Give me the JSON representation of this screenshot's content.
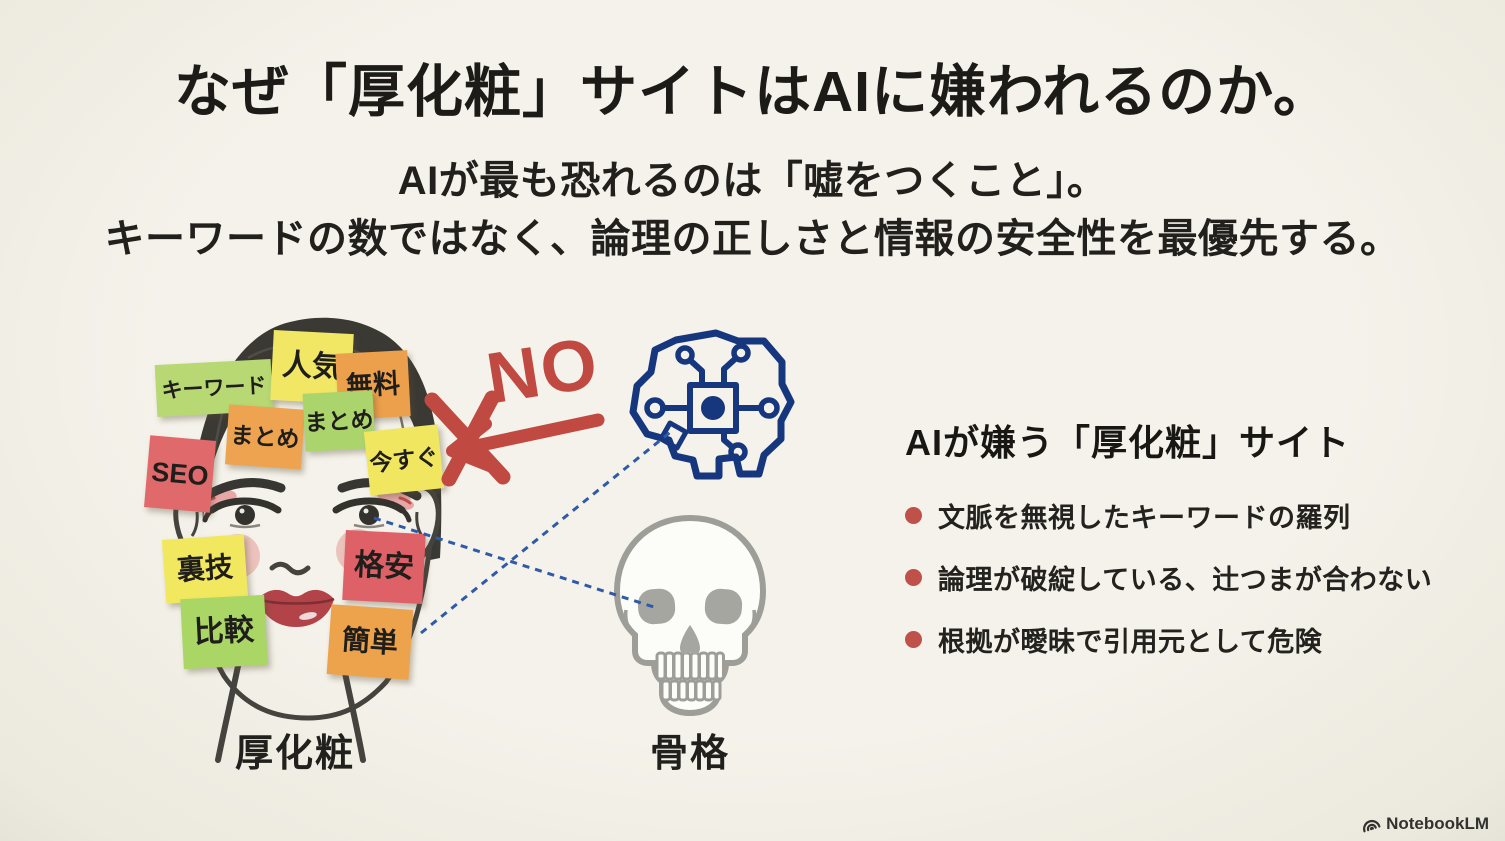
{
  "slide": {
    "title": "なぜ「厚化粧」サイトはAIに嫌われるのか。",
    "subtitle_line1": "AIが最も恐れるのは「嘘をつくこと」。",
    "subtitle_line2": "キーワードの数ではなく、論理の正しさと情報の安全性を最優先する。"
  },
  "left_figure": {
    "caption": "厚化粧",
    "stickers": [
      {
        "label": "キーワード",
        "color": "#b7d873"
      },
      {
        "label": "人気",
        "color": "#f2e765"
      },
      {
        "label": "無料",
        "color": "#eda04b"
      },
      {
        "label": "まとめ",
        "color": "#eda34f"
      },
      {
        "label": "まとめ",
        "color": "#abd56c"
      },
      {
        "label": "今すぐ",
        "color": "#f0e65f"
      },
      {
        "label": "SEO",
        "color": "#e0696b"
      },
      {
        "label": "裏技",
        "color": "#f2e860"
      },
      {
        "label": "格安",
        "color": "#de6168"
      },
      {
        "label": "比較",
        "color": "#aad666"
      },
      {
        "label": "簡単",
        "color": "#eda24c"
      }
    ]
  },
  "center_figure": {
    "no_label": "NO",
    "skull_caption": "骨格",
    "accent_red": "#c04a41",
    "brain_blue": "#16377e",
    "skull_gray": "#9e9e99",
    "dash_blue": "#2f5aa8",
    "icons": [
      "brain-circuit-icon",
      "skull-icon",
      "no-arrow-icon"
    ]
  },
  "right_panel": {
    "heading": "AIが嫌う「厚化粧」サイト",
    "bullet_color": "#c0504a",
    "bullets": [
      "文脈を無視したキーワードの羅列",
      "論理が破綻している、辻つまが合わない",
      "根拠が曖昧で引用元として危険"
    ]
  },
  "footer": {
    "brand": "NotebookLM",
    "icon": "notebooklm-logo-icon"
  }
}
